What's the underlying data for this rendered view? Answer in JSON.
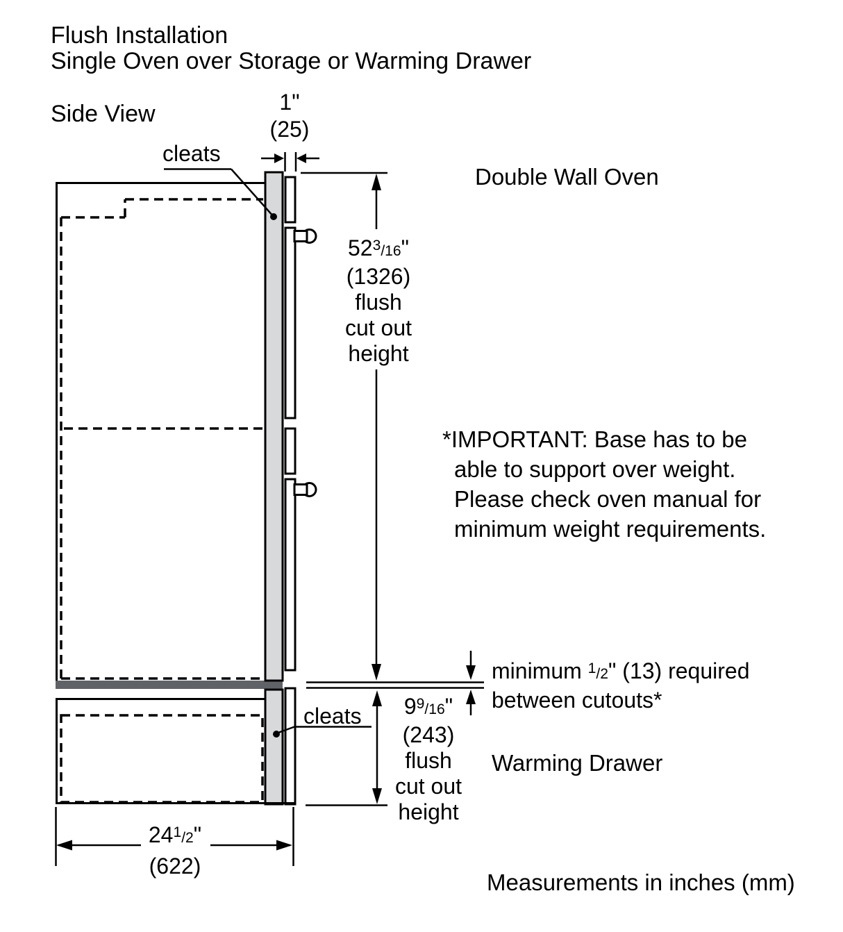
{
  "title": {
    "line1": "Flush Installation",
    "line2": "Single Oven over Storage or Warming Drawer"
  },
  "view_label": "Side View",
  "labels": {
    "cleats_top": "cleats",
    "cleats_bottom": "cleats",
    "double_wall_oven": "Double Wall Oven",
    "warming_drawer": "Warming Drawer",
    "footer": "Measurements in inches (mm)"
  },
  "dimensions": {
    "top_width": {
      "inches": "1\"",
      "mm": "(25)"
    },
    "oven_cutout": {
      "whole": "52",
      "frac_num": "3",
      "frac_den": "/16",
      "quote": "\"",
      "mm": "(1326)",
      "desc1": "flush",
      "desc2": "cut out",
      "desc3": "height"
    },
    "drawer_cutout": {
      "whole": "9",
      "frac_num": "9",
      "frac_den": "/16",
      "quote": "\"",
      "mm": "(243)",
      "desc1": "flush",
      "desc2": "cut out",
      "desc3": "height"
    },
    "depth": {
      "whole": "24",
      "frac_num": "1",
      "frac_den": "/2",
      "quote": "\"",
      "mm": "(622)"
    },
    "min_gap": {
      "pre": "minimum ",
      "frac_num": "1",
      "frac_den": "/2",
      "post": "\" (13) required",
      "line2": "between cutouts*"
    }
  },
  "note": {
    "line1": "*IMPORTANT: Base has to be",
    "line2": "able to support over weight.",
    "line3": "Please check oven manual for",
    "line4": "minimum weight requirements."
  },
  "colors": {
    "line": "#000000",
    "cleat_fill": "#d8d9da",
    "base_bar_fill": "#5f6266",
    "background": "#ffffff"
  }
}
